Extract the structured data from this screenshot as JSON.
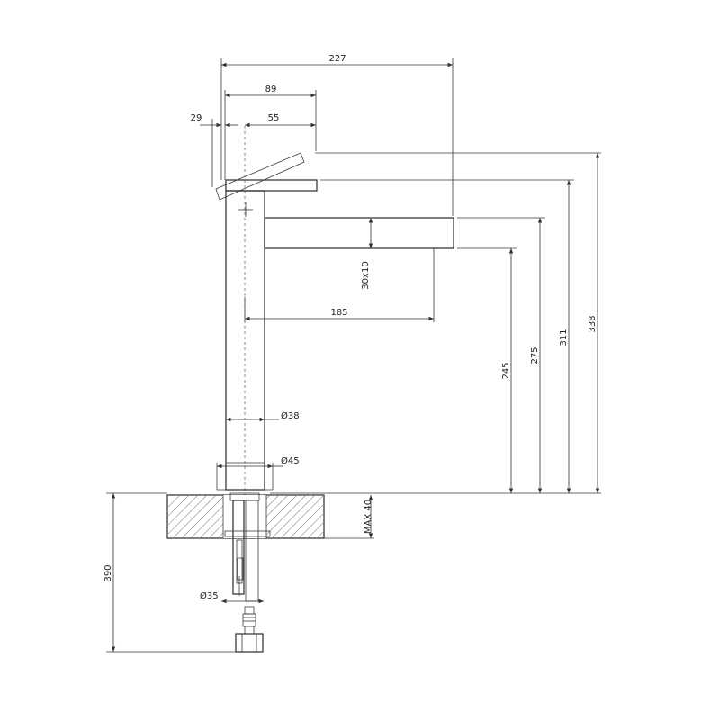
{
  "dimensions": {
    "overall_width": "227",
    "lever_span": "89",
    "lever_offset": "29",
    "lever_reach": "55",
    "spout_profile": "30x10",
    "spout_reach": "185",
    "outlet_height": "245",
    "spout_top_height": "275",
    "lever_height": "311",
    "overall_height": "338",
    "body_diameter": "Ø38",
    "base_diameter": "Ø45",
    "max_deck": "MAX 40",
    "below_deck": "390",
    "shank_diameter": "Ø35"
  }
}
